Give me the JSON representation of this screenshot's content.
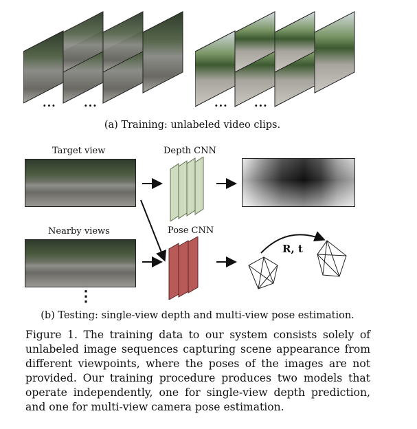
{
  "panel_a": {
    "caption": "(a) Training: unlabeled video clips.",
    "ellipsis": "..."
  },
  "panel_b": {
    "target_label": "Target view",
    "nearby_label": "Nearby views",
    "depth_label": "Depth CNN",
    "pose_label": "Pose CNN",
    "rt_label": "R, t",
    "vertical_dots": "⋮",
    "caption": "(b) Testing: single-view depth and multi-view pose estimation."
  },
  "figure_caption": "Figure 1. The training data to our system consists solely of unlabeled image sequences capturing scene appearance from different viewpoints, where the poses of the images are not provided. Our training procedure produces two models that operate independently, one for single-view depth prediction, and one for multi-view camera pose estimation.",
  "colors": {
    "depth_cnn": "#cfdcbf",
    "pose_cnn": "#b85a58"
  }
}
